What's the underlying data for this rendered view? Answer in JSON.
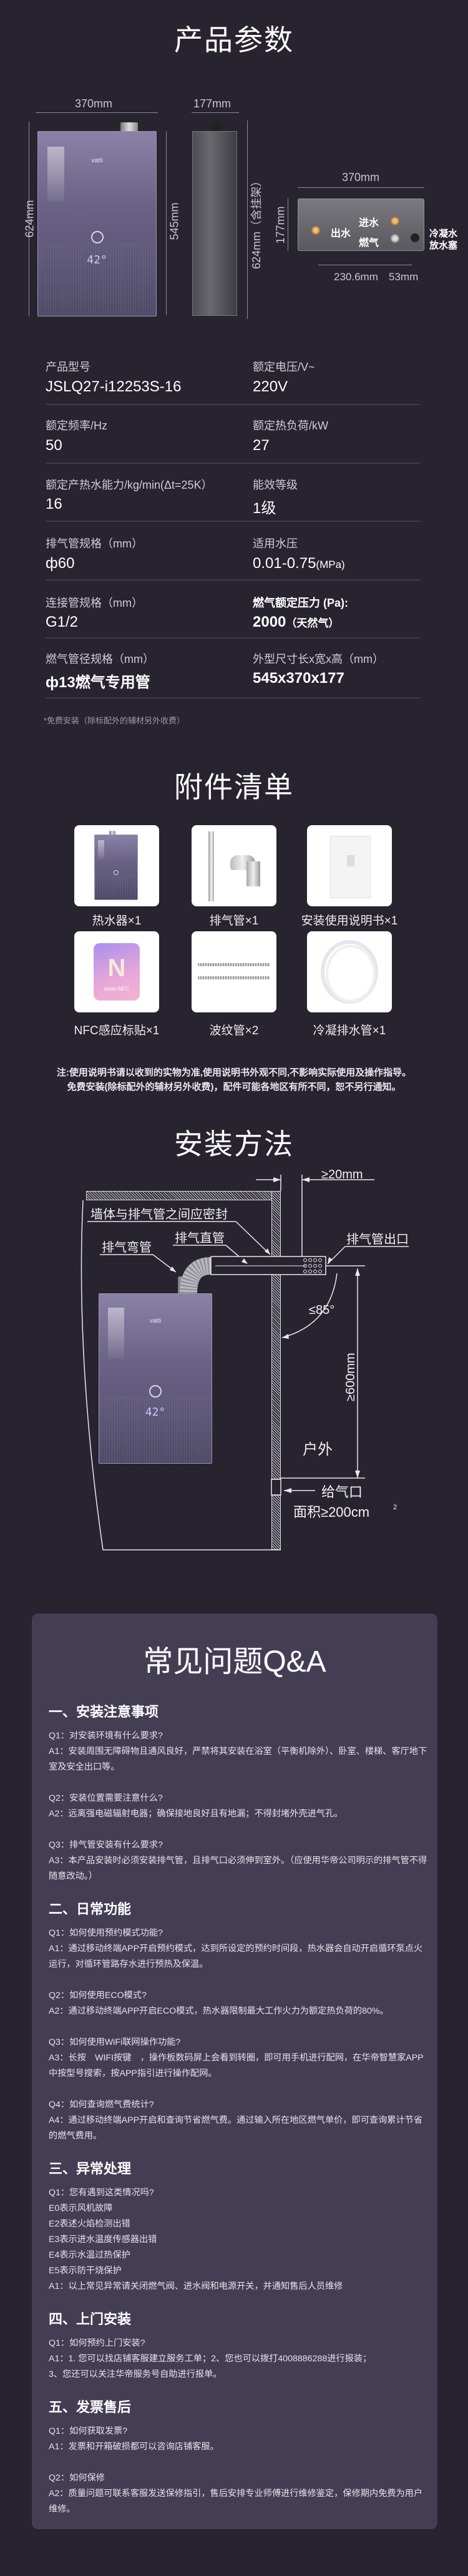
{
  "colors": {
    "background": "#27232f",
    "faq_card": "#443e55",
    "text": "#ffffff"
  },
  "params": {
    "title": "产品参数",
    "brand": "vatti",
    "led": "42°",
    "dims": {
      "front_width": "370mm",
      "front_height": "624mm",
      "body_height": "545mm",
      "side_depth": "177mm",
      "side_height": "624mm（含挂架）",
      "bottom_width": "370mm",
      "bottom_depth": "177mm",
      "offset1": "230.6mm",
      "offset2": "53mm"
    },
    "ports": {
      "inlet": "进水",
      "outlet": "出水",
      "gas": "燃气",
      "drain_line1": "冷凝水",
      "drain_line2": "放水塞"
    },
    "rows": [
      [
        {
          "label": "产品型号",
          "value": "JSLQ27-i12253S-16"
        },
        {
          "label": "额定电压/V~",
          "value": "220V"
        }
      ],
      [
        {
          "label": "额定频率/Hz",
          "value": "50"
        },
        {
          "label": "额定热负荷/kW",
          "value": "27"
        }
      ],
      [
        {
          "label": "额定产热水能力/kg/min(Δt=25K）",
          "value": "16"
        },
        {
          "label": "能效等级",
          "value": "1级"
        }
      ],
      [
        {
          "label": "排气管规格（mm）",
          "value": "ф60"
        },
        {
          "label": "适用水压",
          "value": "0.01-0.75",
          "suffix": "(MPa)"
        }
      ],
      [
        {
          "label": "连接管规格（mm）",
          "value": "G1/2"
        },
        {
          "label": "燃气额定压力 (Pa):",
          "value": "2000",
          "suffix": "（天然气）"
        }
      ],
      [
        {
          "label": "燃气管径规格（mm）",
          "value": "ф13燃气专用管"
        },
        {
          "label": "外型尺寸长x宽x高（mm）",
          "value": "545x370x177"
        }
      ]
    ],
    "footnote": "*免费安装（除标配外的辅材另外收费）"
  },
  "accessories": {
    "title": "附件清单",
    "items": [
      {
        "label": "热水器×1",
        "icon": "water-heater"
      },
      {
        "label": "排气管×1",
        "icon": "exhaust-pipe"
      },
      {
        "label": "安装使用说明书×1",
        "icon": "manual"
      },
      {
        "label": "NFC感应标贴×1",
        "icon": "nfc-sticker",
        "sticker_text": "vcoo·NFC"
      },
      {
        "label": "波纹管×2",
        "icon": "corrugated-hose"
      },
      {
        "label": "冷凝排水管×1",
        "icon": "drain-hose"
      }
    ],
    "note_line1": "注:使用说明书请以收到的实物为准,使用说明书外观不同,不影响实际使用及操作指导。",
    "note_line2": "免费安装(除标配外的辅材另外收费)，配件可能各地区有所不同，恕不另行通知。"
  },
  "install": {
    "title": "安装方法",
    "gap": "≥20mm",
    "seal": "墙体与排气管之间应密封",
    "straight_pipe": "排气直管",
    "elbow": "排气弯管",
    "outlet": "排气管出口",
    "angle": "≤85°",
    "height": "≥600mm",
    "outdoor": "户外",
    "air_inlet": "给气口",
    "area": "面积≥200cm",
    "area_sup": "2"
  },
  "faq": {
    "title": "常见问题Q&A",
    "sections": [
      {
        "heading": "一、安装注意事项",
        "items": [
          {
            "q": "Q1：对安装环境有什么要求?",
            "a": [
              "A1：安装周围无障碍物且通风良好，严禁将其安装在浴室（平衡机除外）、卧室、楼梯、客厅地下室及安全出口等。"
            ]
          },
          {
            "q": "Q2：安装位置需要注意什么?",
            "a": [
              "A2：远离强电磁辐射电器；确保接地良好且有地漏；不得封堵外壳进气孔。"
            ]
          },
          {
            "q": "Q3：排气管安装有什么要求?",
            "a": [
              "A3：本产品安装时必须安装排气管，且排气口必须伸到室外。（应使用华帝公司明示的排气管不得随意改动。）"
            ]
          }
        ]
      },
      {
        "heading": "二、日常功能",
        "items": [
          {
            "q": "Q1：如何使用预约模式功能?",
            "a": [
              "A1：通过移动终端APP开启预约模式，达到所设定的预约时间段，热水器会自动开启循环泵点火运行，对循环管路存水进行预热及保温。"
            ]
          },
          {
            "q": "Q2：如何使用ECO模式?",
            "a": [
              "A2：通过移动终端APP开启ECO模式，热水器限制最大工作火力为额定热负荷的80%。"
            ]
          },
          {
            "q": "Q3：如何使用WiFi联网操作功能?",
            "a": [
              "A3：长按　WIFI按键　，操作板数码屏上会看到转圈，即可用手机进行配网，在华帝智慧家APP中按型号搜索，按APP指引进行操作配网。"
            ]
          },
          {
            "q": "Q4：如何查询燃气费统计?",
            "a": [
              "A4：通过移动终端APP开启和查询节省燃气费。通过输入所在地区燃气单价，即可查询累计节省的燃气费用。"
            ]
          }
        ]
      },
      {
        "heading": "三、异常处理",
        "items": [
          {
            "q": "Q1：您有遇到这类情况吗?",
            "a": [
              "E0表示风机故障",
              "E2表述火焰检测出错",
              "E3表示进水温度传感器出错",
              "E4表示水温过热保护",
              "E5表示防干烧保护",
              "A1：以上常见异常请关闭燃气阀、进水阀和电源开关，并通知售后人员维修"
            ]
          }
        ]
      },
      {
        "heading": "四、上门安装",
        "items": [
          {
            "q": "Q1：如何预约上门安装?",
            "a": [
              "A1：1. 您可以找店铺客服建立服务工单；2、您也可以拨打4008886288进行报装；",
              "3、您还可以关注华帝服务号自助进行报单。"
            ]
          }
        ]
      },
      {
        "heading": "五、发票售后",
        "items": [
          {
            "q": "Q1：如何获取发票?",
            "a": [
              "A1：发票和开箱破损都可以咨询店铺客服。"
            ]
          },
          {
            "q": "Q2：如何保修",
            "a": [
              "A2：质量问题可联系客服发送保修指引，售后安排专业师傅进行维修鉴定，保修期内免费为用户维修。"
            ]
          }
        ]
      }
    ]
  }
}
